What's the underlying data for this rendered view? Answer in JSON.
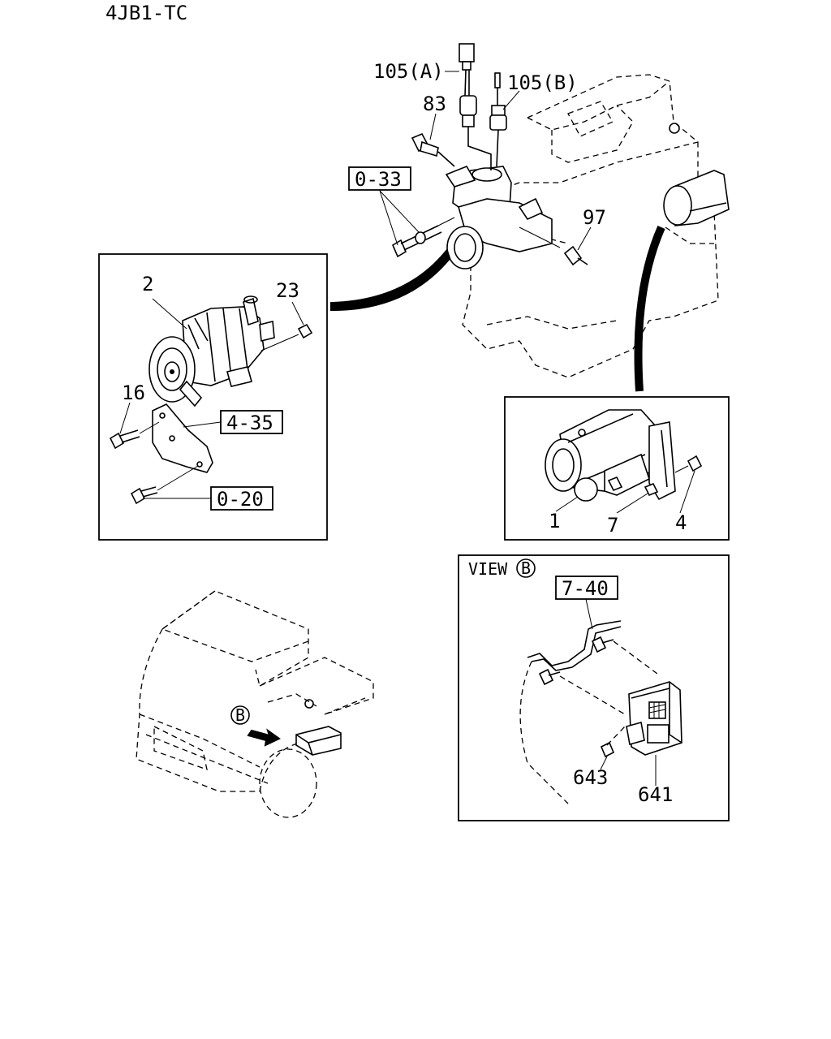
{
  "header": {
    "model": "4JB1-TC"
  },
  "callouts": {
    "c105a": "105(A)",
    "c105b": "105(B)",
    "c83": "83",
    "c97": "97",
    "c2": "2",
    "c23": "23",
    "c16": "16",
    "c1": "1",
    "c7": "7",
    "c4": "4",
    "c643": "643",
    "c641": "641"
  },
  "refs": {
    "r033": "0-33",
    "r435": "4-35",
    "r020": "0-20",
    "r740": "7-40"
  },
  "view": {
    "title": "VIEW",
    "marker": "B"
  },
  "vehicle": {
    "marker": "B"
  }
}
